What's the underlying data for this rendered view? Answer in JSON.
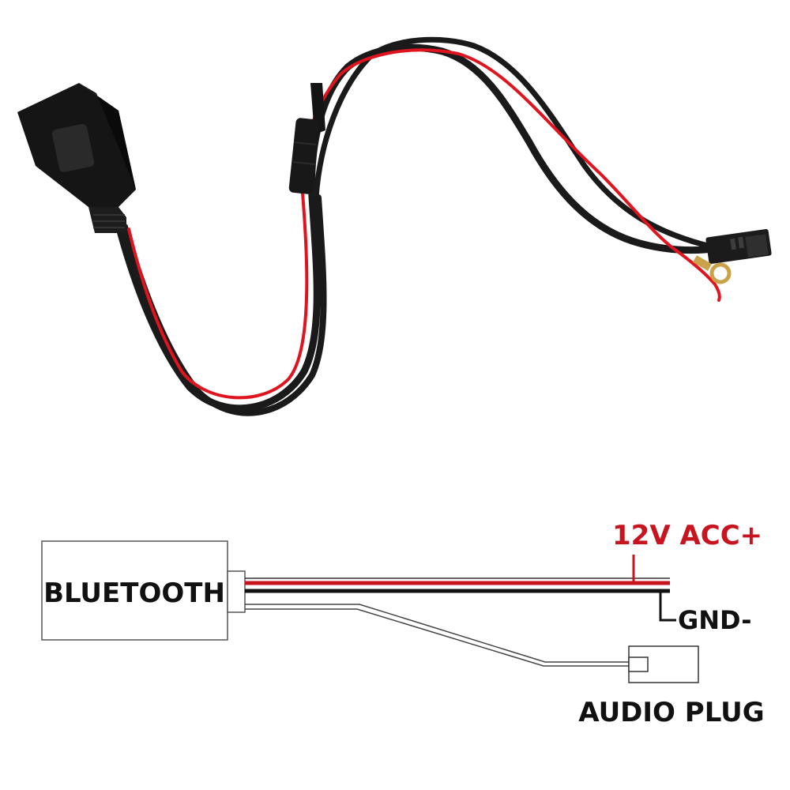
{
  "labels": {
    "device": "BLUETOOTH",
    "power": "12V ACC+",
    "ground": "GND-",
    "audio": "AUDIO PLUG"
  },
  "colors": {
    "background": "#ffffff",
    "cable_black": "#1a1a1a",
    "cable_red": "#e0141e",
    "label_red": "#c8141e",
    "label_black": "#111111",
    "brass": "#c9a24a"
  }
}
